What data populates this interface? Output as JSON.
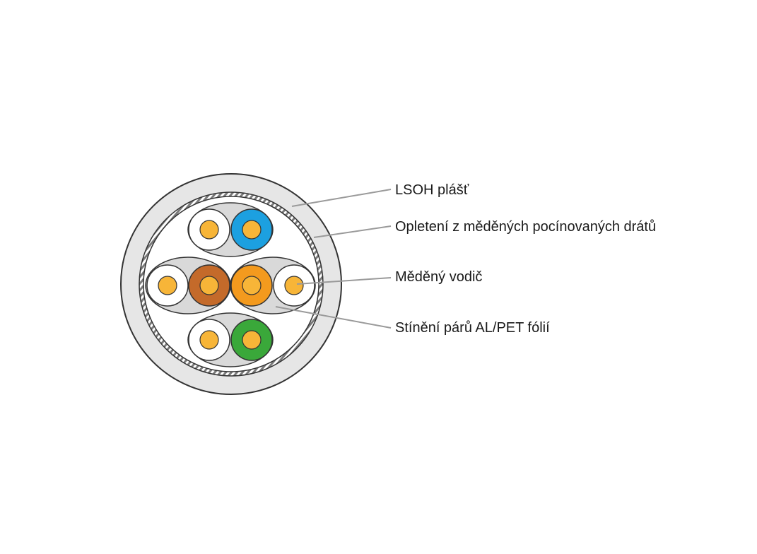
{
  "labels": {
    "jacket": "LSOH plášť",
    "braid": "Opletení z měděných pocínovaných drátů",
    "conductor": "Měděný vodič",
    "pair_shield": "Stínění párů AL/PET fólií"
  },
  "colors": {
    "jacket": "#e6e6e6",
    "outline": "#333333",
    "braid": "#8a8a8a",
    "foil": "#d9d9d9",
    "conductor": "#f7b538",
    "insulation_white": "#ffffff",
    "pair_blue": "#1ca0e0",
    "pair_brown": "#c46a2a",
    "pair_orange": "#f39a1e",
    "pair_green": "#3aa83a",
    "leader_line": "#9a9a9a"
  },
  "pairs": [
    {
      "name": "blue",
      "color_key": "pair_blue"
    },
    {
      "name": "brown",
      "color_key": "pair_brown"
    },
    {
      "name": "orange",
      "color_key": "pair_orange"
    },
    {
      "name": "green",
      "color_key": "pair_green"
    }
  ]
}
